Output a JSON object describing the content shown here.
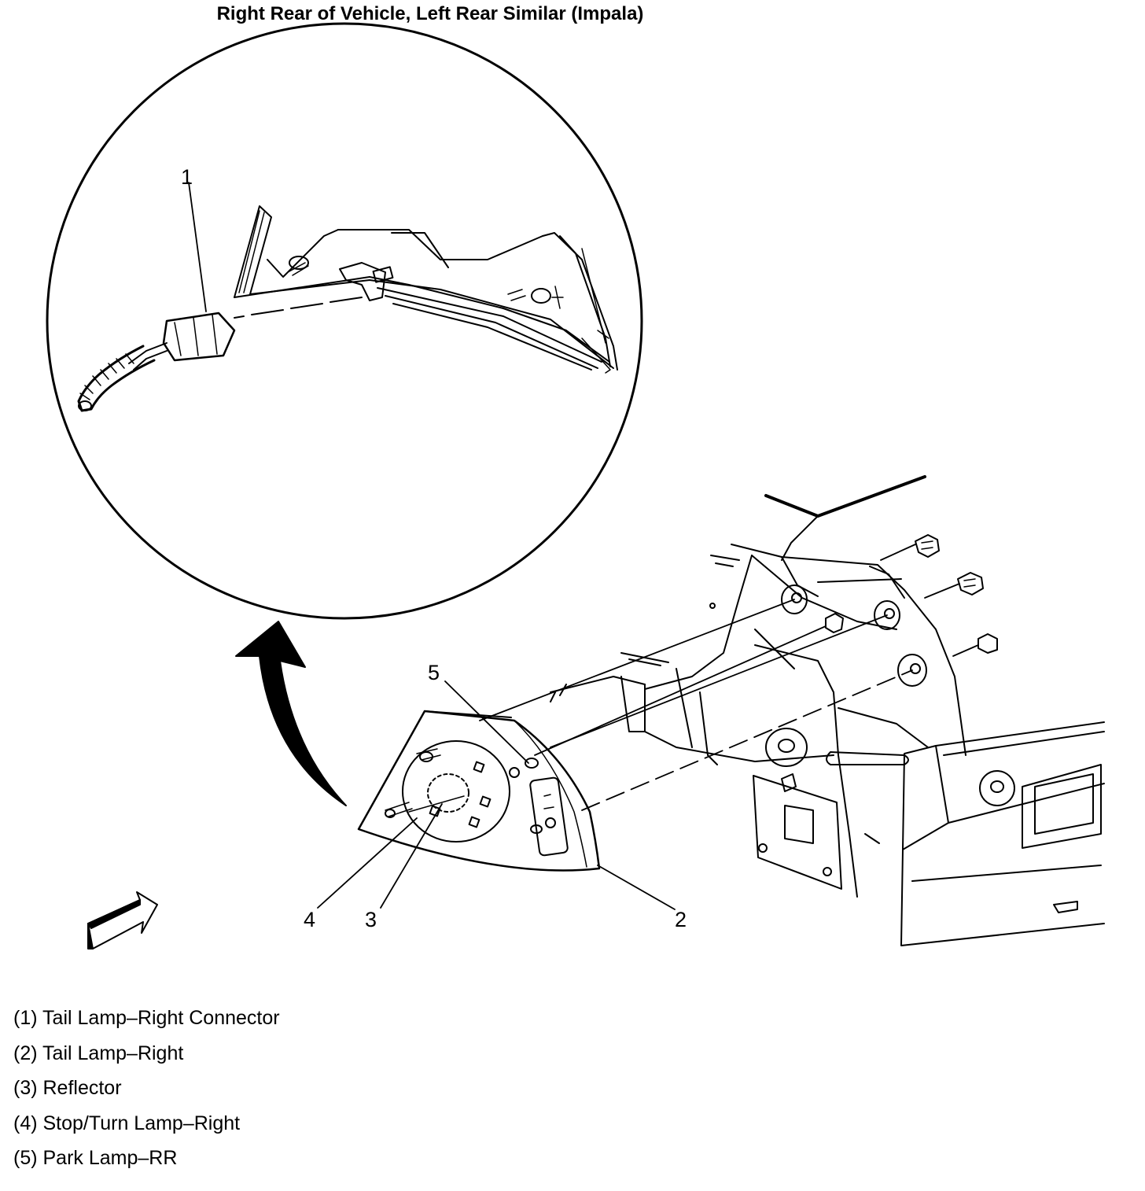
{
  "title": "Right Rear of Vehicle, Left Rear Similar (Impala)",
  "callouts": {
    "c1": "1",
    "c2": "2",
    "c3": "3",
    "c4": "4",
    "c5": "5"
  },
  "legend": [
    "(1) Tail Lamp–Right Connector",
    "(2) Tail Lamp–Right",
    "(3) Reflector",
    "(4) Stop/Turn Lamp–Right",
    "(5) Park Lamp–RR"
  ],
  "colors": {
    "line": "#000000",
    "background": "#ffffff"
  }
}
